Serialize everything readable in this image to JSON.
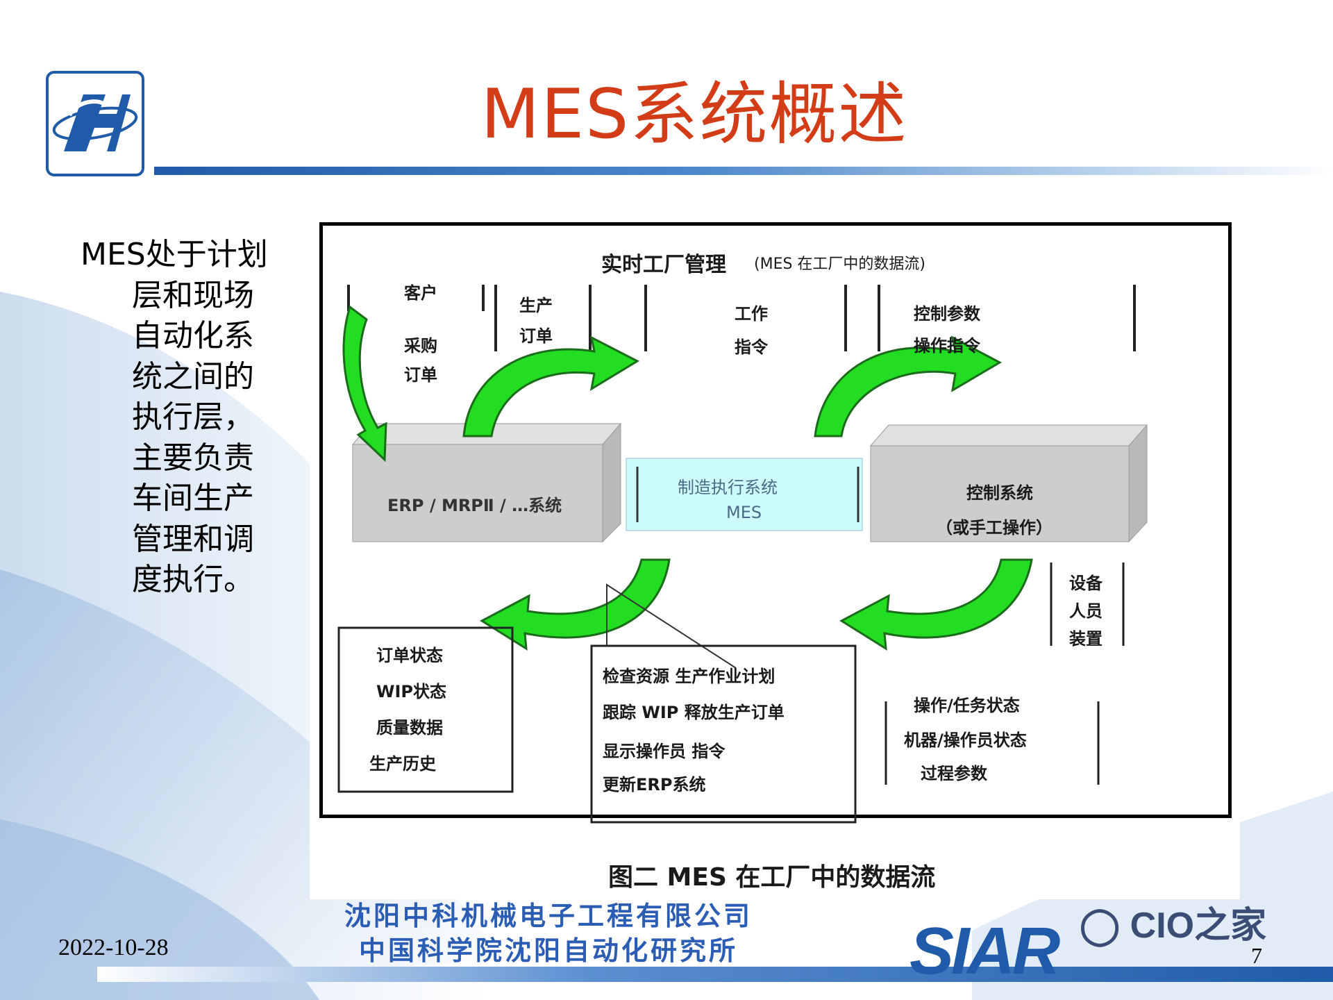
{
  "slide": {
    "title": "MES系统概述",
    "body_lines": [
      "MES处于计划",
      "层和现场",
      "自动化系",
      "统之间的",
      "执行层，",
      "主要负责",
      "车间生产",
      "管理和调",
      "度执行。"
    ],
    "date": "2022-10-28",
    "org_line1": "沈阳中科机械电子工程有限公司",
    "org_line2": "中国科学院沈阳自动化研究所",
    "page_number": "7",
    "watermark": "CIO之家",
    "footer_logo_text": "SIAR",
    "colors": {
      "title": "#d23c16",
      "org": "#2b5db4",
      "brand_blue": "#1f5ba8",
      "arrow_green": "#22dd22",
      "mes_box": "#ccfbfb"
    }
  },
  "figure": {
    "header": "实时工厂管理",
    "header_note": "(MES 在工厂中的数据流)",
    "top_labels": {
      "customer": "客户",
      "purchase_1": "采购",
      "purchase_2": "订单",
      "prod_order_1": "生产",
      "prod_order_2": "订单",
      "work_1": "工作",
      "work_2": "指令",
      "ctrl_1": "控制参数",
      "ctrl_2": "操作指令"
    },
    "erp_box": "ERP / MRPⅡ / …系统",
    "mes_box_1": "制造执行系统",
    "mes_box_2": "MES",
    "control_box_1": "控制系统",
    "control_box_2": "（或手工操作）",
    "equip_1": "设备",
    "equip_2": "人员",
    "equip_3": "装置",
    "left_list": [
      "订单状态",
      "WIP状态",
      "质量数据",
      "生产历史"
    ],
    "mid_list": [
      "检查资源  生产作业计划",
      "跟踪 WIP  释放生产订单",
      "显示操作员  指令",
      "更新ERP系统"
    ],
    "right_list": [
      "操作/任务状态",
      "机器/操作员状态",
      "过程参数"
    ],
    "caption": "图二 MES 在工厂中的数据流"
  }
}
